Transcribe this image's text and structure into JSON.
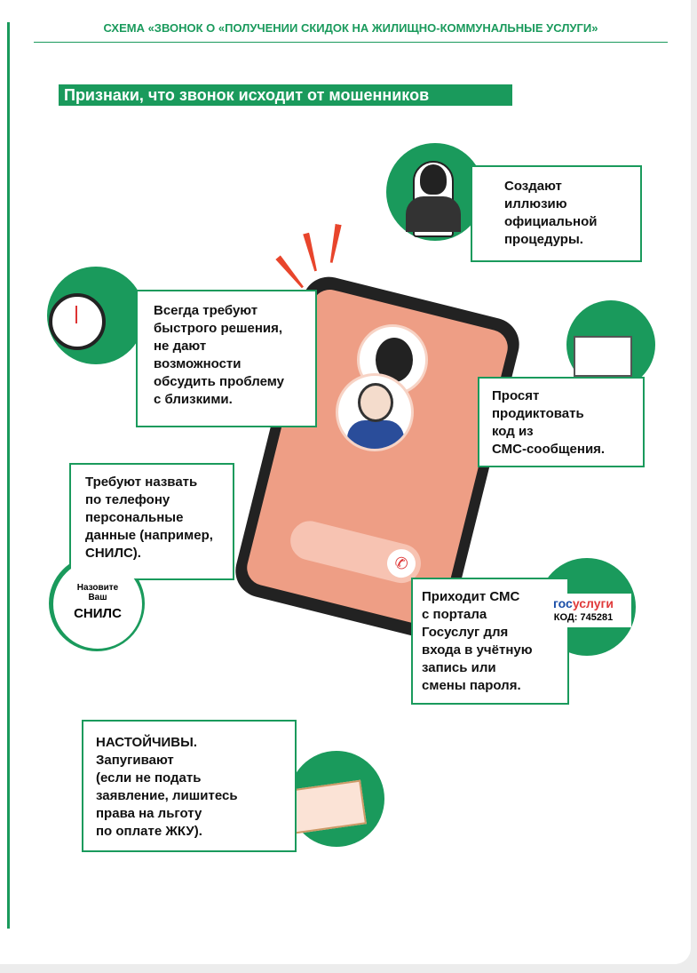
{
  "header": "СХЕМА «ЗВОНОК О «ПОЛУЧЕНИИ СКИДОК НА ЖИЛИЩНО-КОММУНАЛЬНЫЕ УСЛУГИ»",
  "title": "Признаки, что звонок исходит от мошенников",
  "signs": [
    "Создают\nиллюзию\nофициальной\nпроцедуры.",
    "Всегда требуют\nбыстрого решения,\nне дают\nвозможности\nобсудить проблему\nс близкими.",
    "Просят\nпродиктовать\nкод из\nСМС-сообщения.",
    "Требуют назвать\nпо телефону\nперсональные\nданные (например,\nСНИЛС).",
    "Приходит СМС\nс портала\nГосуслуг для\nвхода в учётную\nзапись или\nсмены пароля.",
    "НАСТОЙЧИВЫ.\nЗапугивают\n(если не подать\nзаявление, лишитесь\nправа на льготу\nпо оплате ЖКУ)."
  ],
  "snils": {
    "line1": "Назовите",
    "line2": "Ваш",
    "line3": "СНИЛС"
  },
  "gosuslugi": {
    "logo_a": "гос",
    "logo_b": "услуги",
    "code": "КОД: 745281"
  },
  "colors": {
    "green": "#1a9a5c",
    "red": "#e8452c",
    "screen": "#ee9e85"
  }
}
